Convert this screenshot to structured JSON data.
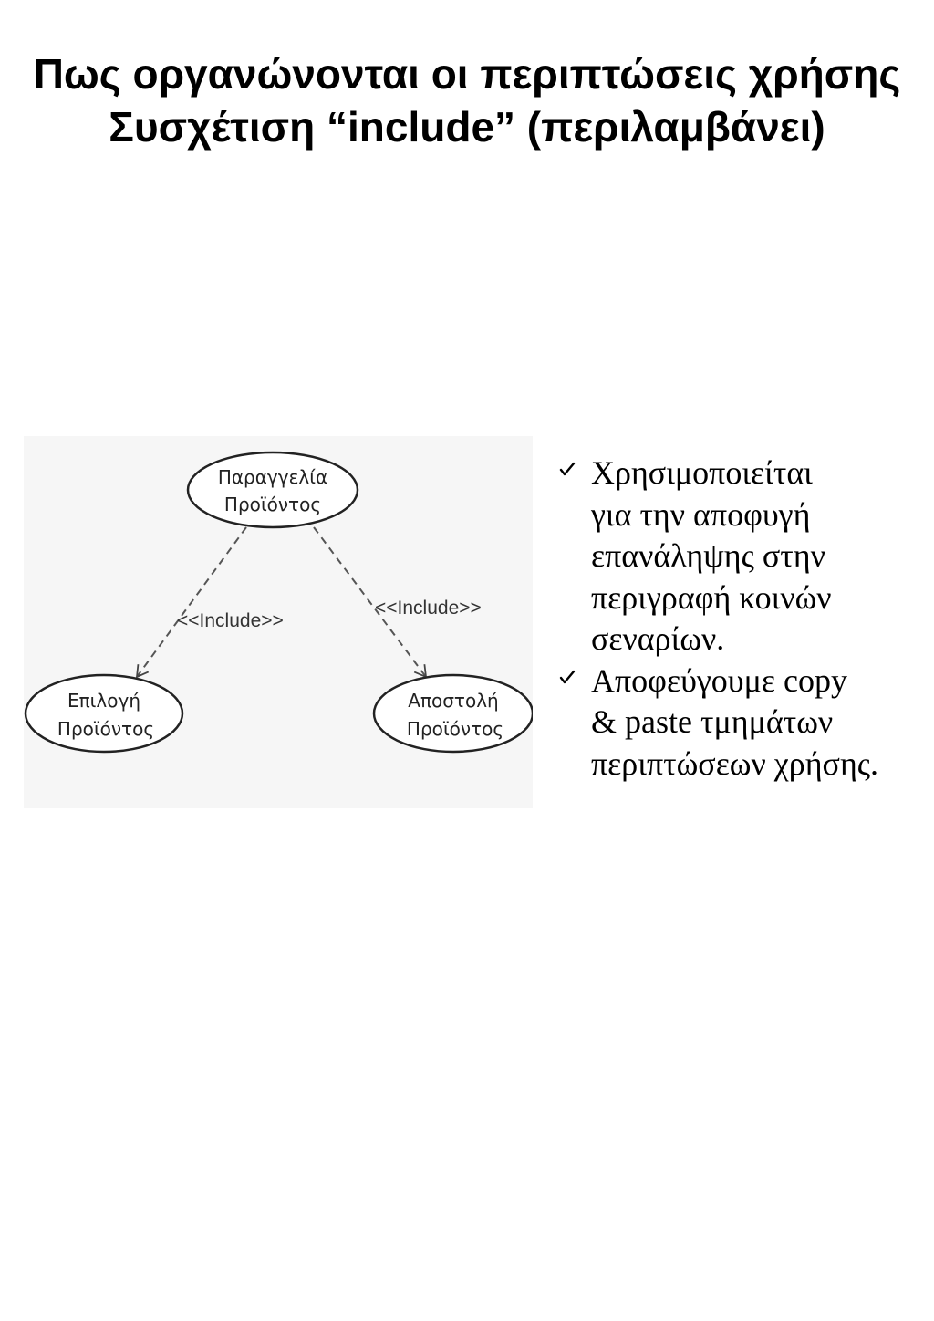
{
  "title": {
    "line1": "Πως οργανώνονται οι περιπτώσεις χρήσης",
    "line2": "Συσχέτιση “include” (περιλαμβάνει)"
  },
  "diagram": {
    "use_cases": {
      "order": {
        "line1": "Παραγγελία",
        "line2": "Προϊόντος"
      },
      "select": {
        "line1": "Επιλογή",
        "line2": "Προϊόντος"
      },
      "ship": {
        "line1": "Αποστολή",
        "line2": "Προϊόντος"
      }
    },
    "relations": {
      "left_label": "<<Include>>",
      "right_label": "<<Include>>"
    }
  },
  "bullets": [
    {
      "icon": "check-icon",
      "lines": [
        "Χρησιμοποιείται",
        "για την αποφυγή",
        "επανάληψης στην",
        "περιγραφή κοινών",
        "σεναρίων."
      ]
    },
    {
      "icon": "check-icon",
      "lines": [
        "Αποφεύγουμε copy",
        "& paste τμημάτων",
        "περιπτώσεων χρήσης."
      ]
    }
  ]
}
